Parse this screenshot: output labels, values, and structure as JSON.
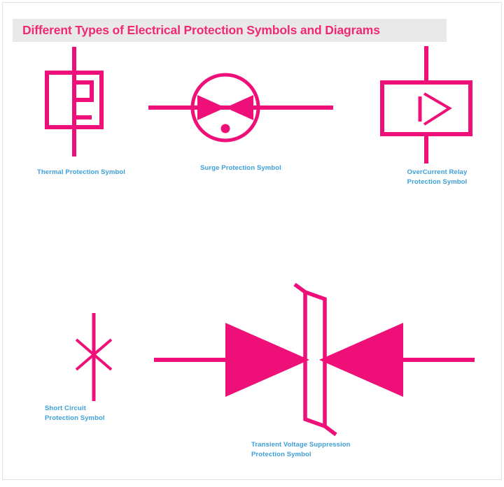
{
  "page": {
    "title": "Different Types of Electrical Protection Symbols and Diagrams",
    "background_color": "#ffffff",
    "banner_color": "#e9e9e9",
    "symbol_color": "#ef0f78",
    "title_color": "#ef2a72",
    "caption_color": "#3c9fd9"
  },
  "symbols": [
    {
      "id": "thermal-protection",
      "icon": "thermal-protection-symbol-icon",
      "caption": "Thermal Protection Symbol",
      "description": "Rectangle with vertical terminal line and internal stepped bimetallic strip"
    },
    {
      "id": "surge-protection",
      "icon": "surge-protection-symbol-icon",
      "caption": "Surge Protection Symbol",
      "description": "Circle with two opposing filled arrowheads (spark gap) and a dot below"
    },
    {
      "id": "overcurrent-relay",
      "icon": "overcurrent-relay-symbol-icon",
      "caption": "OverCurrent Relay\nProtection Symbol",
      "description": "Rectangle with vertical terminals and an internal bar with outlined triangle"
    },
    {
      "id": "short-circuit",
      "icon": "short-circuit-symbol-icon",
      "caption": "Short Circuit\nProtection Symbol",
      "description": "Vertical line crossed by an X forming a star"
    },
    {
      "id": "transient-voltage-suppression",
      "icon": "transient-voltage-suppression-symbol-icon",
      "caption": "Transient Voltage Suppression\nProtection Symbol",
      "description": "Two filled triangles pointing inward with a slanted parallelogram bar between them"
    }
  ]
}
